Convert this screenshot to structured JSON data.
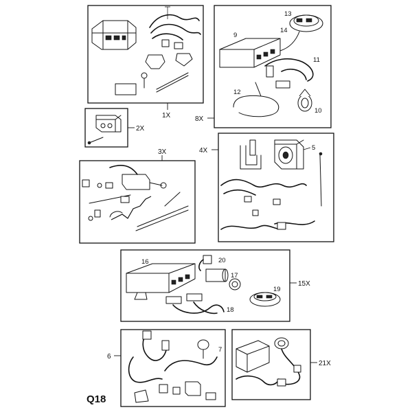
{
  "page_code": "Q18",
  "groups": [
    {
      "id": "g1",
      "qty": "1X"
    },
    {
      "id": "g2",
      "qty": "2X"
    },
    {
      "id": "g3",
      "qty": "3X"
    },
    {
      "id": "g4",
      "qty": "4X"
    },
    {
      "id": "g5",
      "qty": "8X"
    },
    {
      "id": "g6",
      "qty": "15X"
    },
    {
      "id": "g7",
      "qty": "6"
    },
    {
      "id": "g8",
      "qty": "21X"
    }
  ],
  "part_numbers": {
    "p5": "5",
    "p7": "7",
    "p9": "9",
    "p10": "10",
    "p11": "11",
    "p12": "12",
    "p13": "13",
    "p14": "14",
    "p16": "16",
    "p17": "17",
    "p18": "18",
    "p19": "19",
    "p20": "20"
  }
}
